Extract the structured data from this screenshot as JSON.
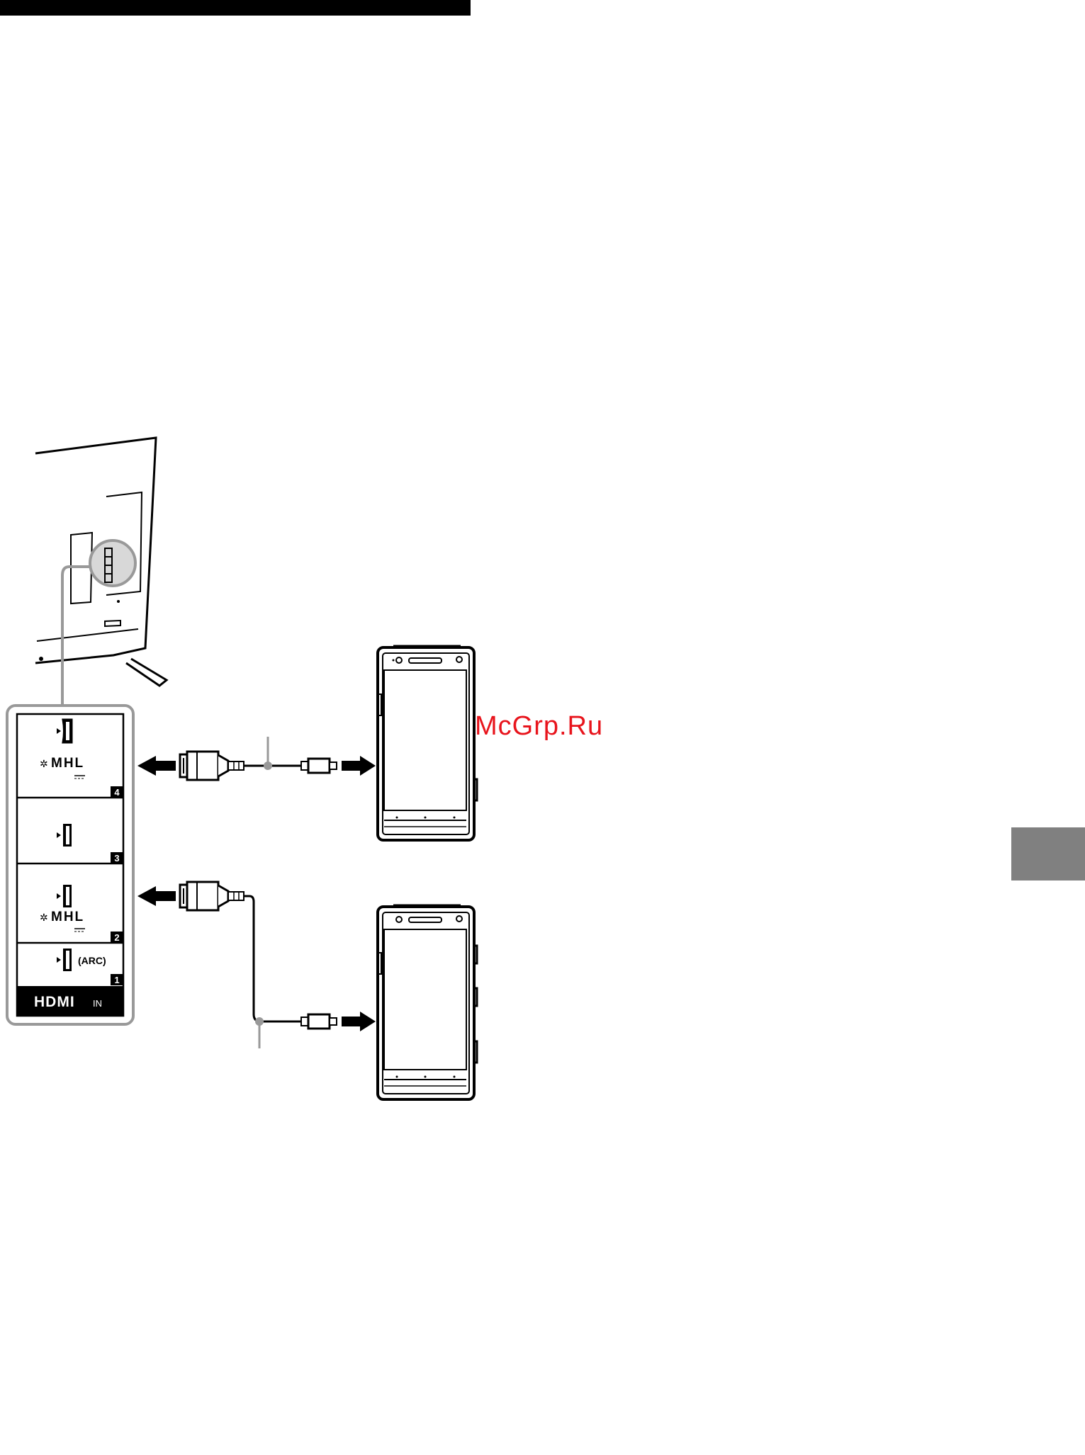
{
  "header": {
    "bar_color": "#000000"
  },
  "side_tab": {
    "color": "#808080"
  },
  "watermark": {
    "text": "McGrp.Ru",
    "color": "#e8141c"
  },
  "hdmi_panel": {
    "ports": [
      {
        "number": "4",
        "mhl": "MHL"
      },
      {
        "number": "3"
      },
      {
        "number": "2",
        "mhl": "MHL"
      },
      {
        "number": "1",
        "arc": "(ARC)"
      }
    ],
    "brand": "HDMI",
    "suffix": "IN"
  },
  "devices": [
    {
      "name": "smartphone-top"
    },
    {
      "name": "smartphone-bottom"
    }
  ],
  "colors": {
    "line": "#000000",
    "callout": "#999999"
  }
}
